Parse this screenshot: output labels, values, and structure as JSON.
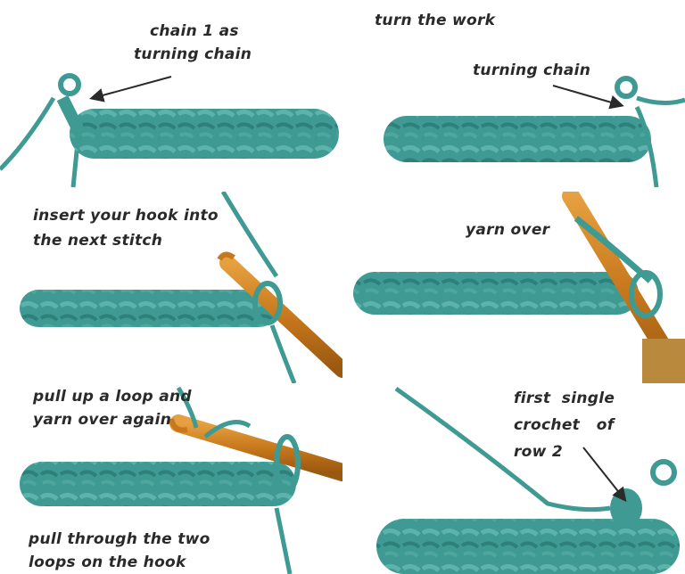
{
  "title": "Single crochet row 2 tutorial",
  "colors": {
    "yarn": "#3f9a94",
    "yarn_dark": "#2f7f7a",
    "yarn_light": "#5cb3ac",
    "hook": "#c7781c",
    "hook_light": "#e6a040",
    "hook_handle": "#b98a3e",
    "text": "#2a2a2a",
    "background": "#ffffff"
  },
  "panels": [
    {
      "id": 1,
      "captions": [
        "chain 1 as",
        "turning chain"
      ],
      "arrow": true
    },
    {
      "id": 2,
      "captions": [
        "turn the work"
      ],
      "annotation": "turning chain",
      "arrow": true
    },
    {
      "id": 3,
      "captions": [
        "insert your hook into",
        "the next stitch"
      ]
    },
    {
      "id": 4,
      "captions": [
        "yarn over"
      ]
    },
    {
      "id": 5,
      "captions": [
        "pull up a loop and",
        "yarn over again"
      ],
      "footer": [
        "pull through the two",
        "loops on the hook"
      ]
    },
    {
      "id": 6,
      "captions": [
        "first  single",
        "crochet   of",
        "row 2"
      ],
      "arrow": true
    }
  ]
}
